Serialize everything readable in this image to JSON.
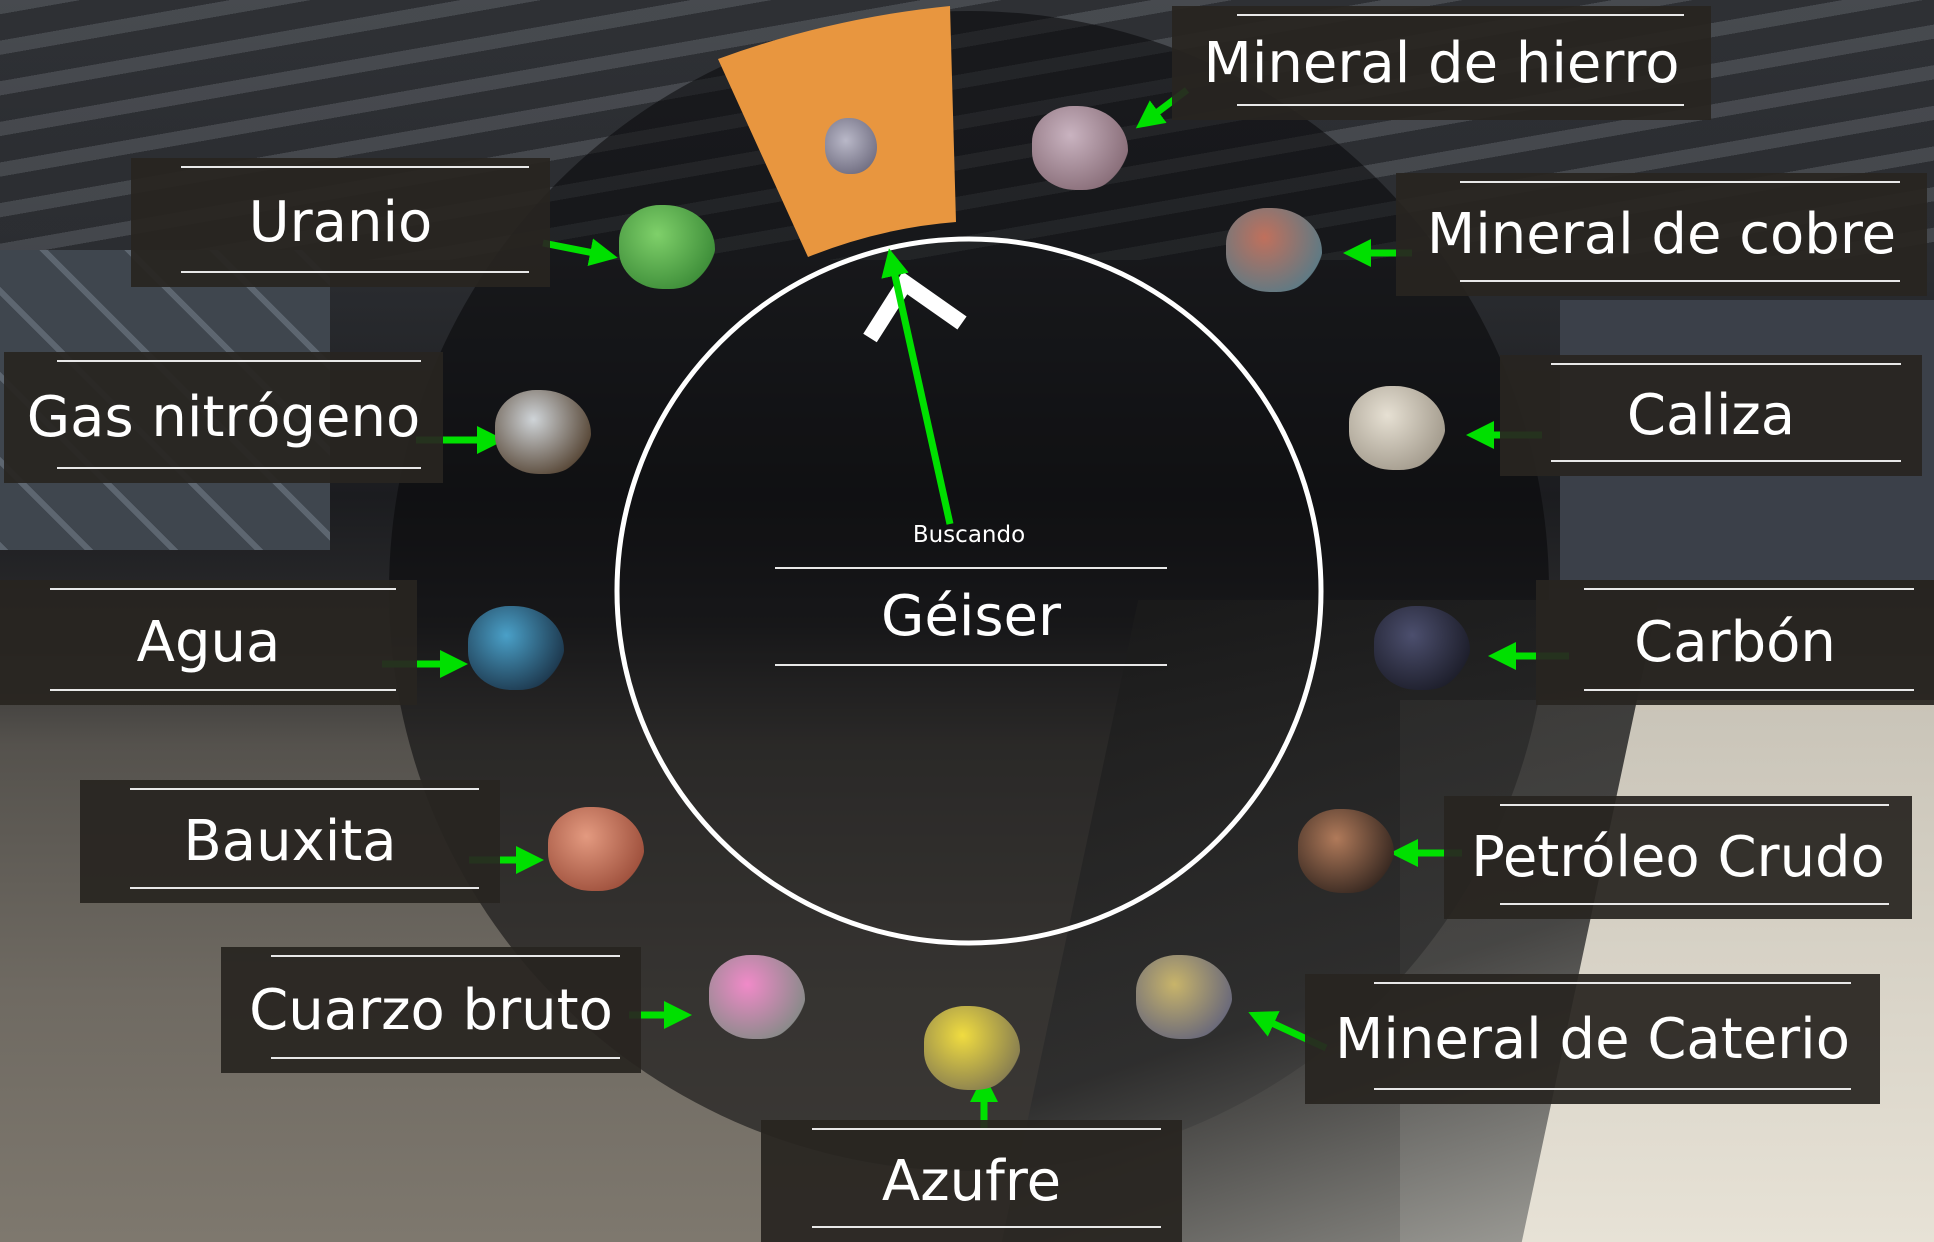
{
  "scanner": {
    "status": "Buscando",
    "selected": "Géiser",
    "selected_icon": "geyser-icon",
    "accent_color": "#E8963F",
    "pointer_color": "#00E000"
  },
  "resources": [
    {
      "id": "hierro",
      "label": "Mineral de hierro",
      "icon": "iron-ore-icon"
    },
    {
      "id": "uranio",
      "label": "Uranio",
      "icon": "uranium-icon"
    },
    {
      "id": "cobre",
      "label": "Mineral de cobre",
      "icon": "copper-ore-icon"
    },
    {
      "id": "gas",
      "label": "Gas nitrógeno",
      "icon": "nitrogen-gas-icon"
    },
    {
      "id": "caliza",
      "label": "Caliza",
      "icon": "limestone-icon"
    },
    {
      "id": "agua",
      "label": "Agua",
      "icon": "water-icon"
    },
    {
      "id": "carbon",
      "label": "Carbón",
      "icon": "coal-icon"
    },
    {
      "id": "bauxita",
      "label": "Bauxita",
      "icon": "bauxite-icon"
    },
    {
      "id": "petroleo",
      "label": "Petróleo Crudo",
      "icon": "crude-oil-icon"
    },
    {
      "id": "cuarzo",
      "label": "Cuarzo bruto",
      "icon": "raw-quartz-icon"
    },
    {
      "id": "caterio",
      "label": "Mineral de Caterio",
      "icon": "caterium-ore-icon"
    },
    {
      "id": "azufre",
      "label": "Azufre",
      "icon": "sulfur-icon"
    }
  ]
}
